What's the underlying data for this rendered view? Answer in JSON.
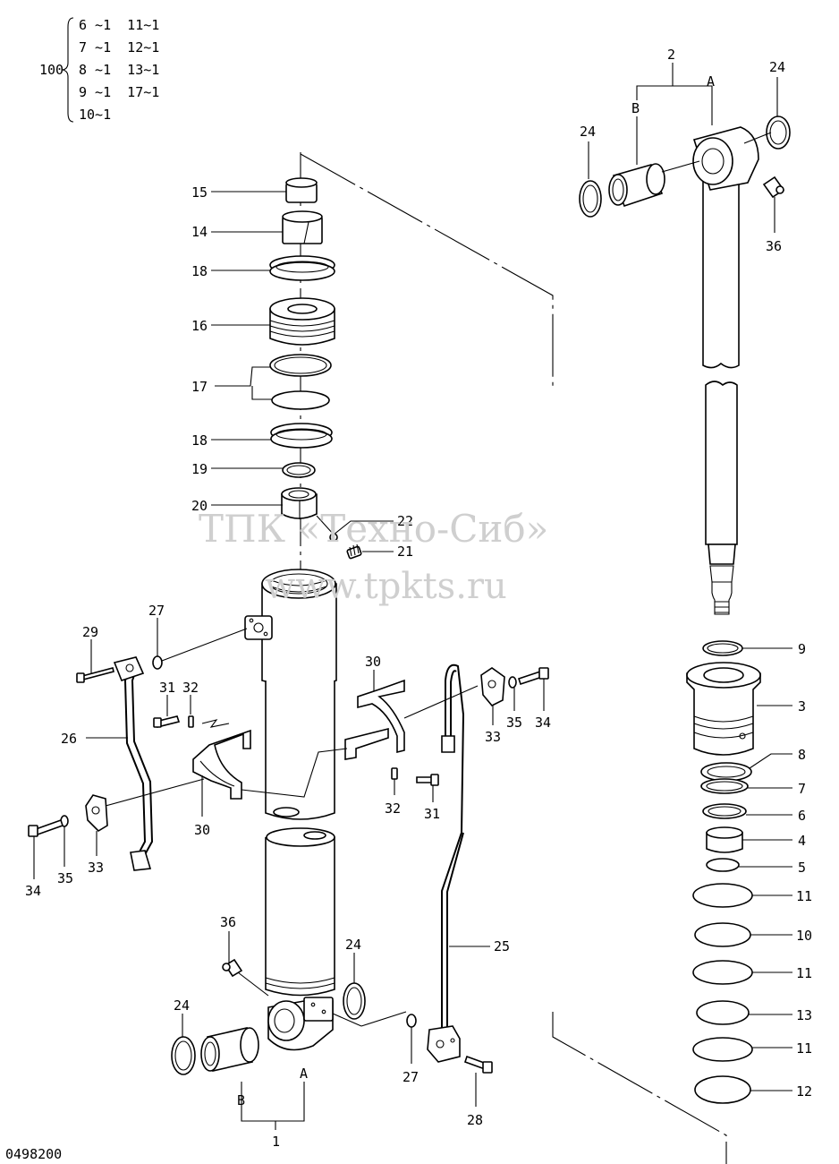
{
  "kit": {
    "number": "100",
    "rows": [
      "6 ~1  11~1",
      "7 ~1  12~1",
      "8 ~1  13~1",
      "9 ~1  17~1",
      "10~1"
    ]
  },
  "watermark": {
    "line1": "ТПК «Техно-Сиб»",
    "line2": "www.tpkts.ru"
  },
  "drawing_number": "0498200",
  "labels": {
    "p1": "1",
    "p2": "2",
    "p3": "3",
    "p4": "4",
    "p5": "5",
    "p6": "6",
    "p7": "7",
    "p8": "8",
    "p9": "9",
    "p10": "10",
    "p11a": "11",
    "p11b": "11",
    "p11c": "11",
    "p12": "12",
    "p13": "13",
    "p14": "14",
    "p15": "15",
    "p16": "16",
    "p17": "17",
    "p18a": "18",
    "p18b": "18",
    "p19": "19",
    "p20": "20",
    "p21": "21",
    "p22": "22",
    "p24a": "24",
    "p24b": "24",
    "p24c": "24",
    "p24d": "24",
    "p25": "25",
    "p26": "26",
    "p27a": "27",
    "p27b": "27",
    "p28": "28",
    "p29": "29",
    "p30a": "30",
    "p30b": "30",
    "p31a": "31",
    "p31b": "31",
    "p32a": "32",
    "p32b": "32",
    "p33a": "33",
    "p33b": "33",
    "p34a": "34",
    "p34b": "34",
    "p35a": "35",
    "p35b": "35",
    "p36a": "36",
    "p36b": "36",
    "a_top": "A",
    "b_top": "B",
    "a_bot": "A",
    "b_bot": "B"
  }
}
